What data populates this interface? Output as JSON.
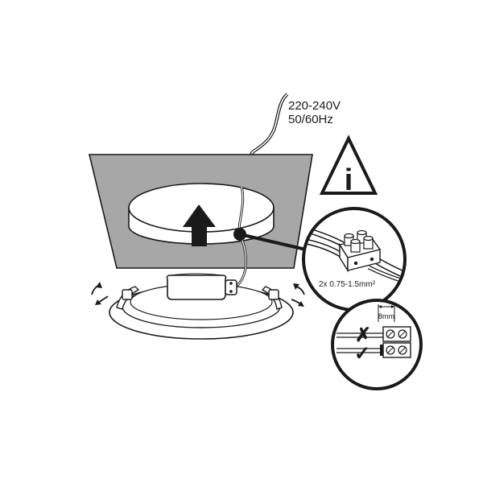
{
  "power": {
    "voltage": "220-240V",
    "frequency": "50/60Hz"
  },
  "info_sign": {
    "glyph": "i"
  },
  "wiring": {
    "cable_spec": "2x 0.75-1.5mm²",
    "strip_length": "8mm"
  },
  "checks": {
    "wrong_mark": "✗",
    "right_mark": "✓"
  },
  "colors": {
    "ceiling_panel": "#a7a7a7",
    "ink": "#1a1a1a",
    "background": "#ffffff"
  }
}
